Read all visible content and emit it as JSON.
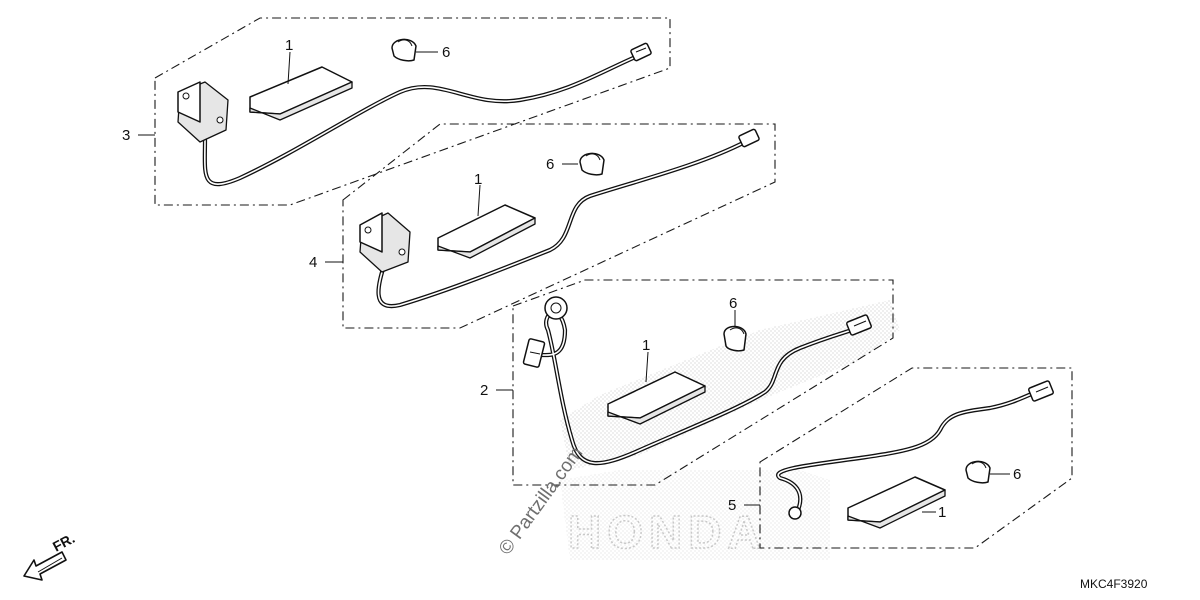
{
  "diagram": {
    "callouts": {
      "g3_pad": "1",
      "g3_clip": "6",
      "g3_assy": "3",
      "g4_pad": "1",
      "g4_clip": "6",
      "g4_assy": "4",
      "g2_pad": "1",
      "g2_clip": "6",
      "g2_assy": "2",
      "g5_pad": "1",
      "g5_clip": "6",
      "g5_assy": "5"
    },
    "front_arrow_label": "FR.",
    "part_code": "MKC4F3920",
    "watermark": "© Partzilla.com",
    "brand_watermark": "HONDA"
  }
}
